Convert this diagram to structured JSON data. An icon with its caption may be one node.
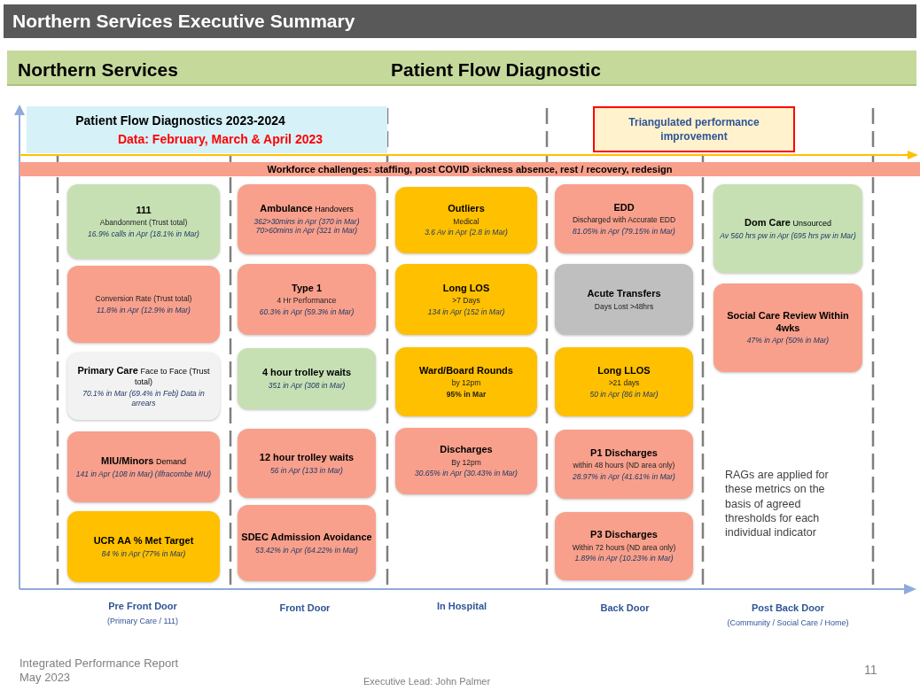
{
  "diagram": {
    "title": "Northern Services Executive Summary",
    "nodes": [
      {
        "text": [
          "Patient Flow Diagnostics 2023-2024",
          "Data: February, March & April 2023"
        ]
      },
      {
        "text": [
          "Triangulated performance improvement"
        ]
      },
      {
        "text": [
          "Workforce challenges: staffing, post COVID sickness absence, rest / recovery, redesign"
        ]
      },
      {
        "text": [
          "111",
          "Abandonment (Trust total)",
          "16.9% calls in Apr (18.1% in Mar)"
        ]
      },
      {
        "text": [
          "Conversion Rate (Trust total)",
          "11.8% in Apr (12.9% in Mar)"
        ]
      },
      {
        "text": [
          "**Primary Care** Face to Face (Trust total)",
          "70.1% in Mar (69.4% in Feb) Data in arrears"
        ]
      },
      {
        "text": [
          "**MIU/Minors** Demand",
          "141 in Apr (108 in Mar) (Ilfracombe MIU)"
        ]
      },
      {
        "text": [
          "UCR AA % Met Target",
          "84 % in Apr (77% in Mar)"
        ]
      },
      {
        "text": [
          "**Ambulance** Handovers",
          "362>30mins in Apr (370 in Mar) 70>60mins in Apr (321 in Mar)"
        ]
      },
      {
        "text": [
          "Type 1",
          "4 Hr Performance",
          "60.3% in Apr (59.3% in Mar)"
        ]
      },
      {
        "text": [
          "4 hour trolley waits",
          "351 in Apr (308 in Mar)"
        ]
      },
      {
        "text": [
          "12 hour trolley waits",
          "56 in Apr (133 in Mar)"
        ]
      },
      {
        "text": [
          "SDEC Admission Avoidance",
          "53.42% in Apr (64.22% in Mar)"
        ]
      },
      {
        "text": [
          "Outliers",
          "Medical",
          "3.6 Av in Apr (2.8 in Mar)"
        ]
      },
      {
        "text": [
          "Long LOS",
          ">7 Days",
          "134 in Apr (152 in Mar)"
        ]
      },
      {
        "text": [
          "Ward/Board Rounds",
          "by 12pm",
          "95% in Mar"
        ]
      },
      {
        "text": [
          "Discharges",
          "By 12pm",
          "30.65% in Apr (30.43% in Mar)"
        ]
      },
      {
        "text": [
          "EDD",
          "Discharged with Accurate EDD",
          "81.05% in Apr (79.15% in Mar)"
        ]
      },
      {
        "text": [
          "Acute Transfers",
          "Days Lost >48hrs"
        ]
      },
      {
        "text": [
          "Long LLOS",
          ">21 days",
          "50 in Apr (86 in Mar)"
        ]
      },
      {
        "text": [
          "P1 Discharges",
          "within 48 hours (ND area only)",
          "28.97% in Apr (41.61% in Mar)"
        ]
      },
      {
        "text": [
          "P3 Discharges",
          "Within 72 hours (ND area only)",
          "1.89% in Apr (10.23% in Mar)"
        ]
      },
      {
        "text": [
          "**Dom Care** Unsourced",
          "Av 560 hrs pw in Apr (695 hrs pw in Mar)"
        ]
      },
      {
        "text": [
          "Social Care Review Within 4wks",
          "47% in Apr (50% in Mar)"
        ]
      }
    ],
    "labels": [
      "Northern Services",
      "Patient Flow Diagnostic",
      "RAGs are applied for these metrics on the basis of agreed thresholds for each individual indicator",
      "Pre Front Door",
      "(Primary Care / 111)",
      "Front Door",
      "In Hospital",
      "Back Door",
      "Post Back Door",
      "(Community / Social Care / Home)",
      "Integrated Performance Report May 2023",
      "Executive Lead: John Palmer",
      "11"
    ]
  }
}
